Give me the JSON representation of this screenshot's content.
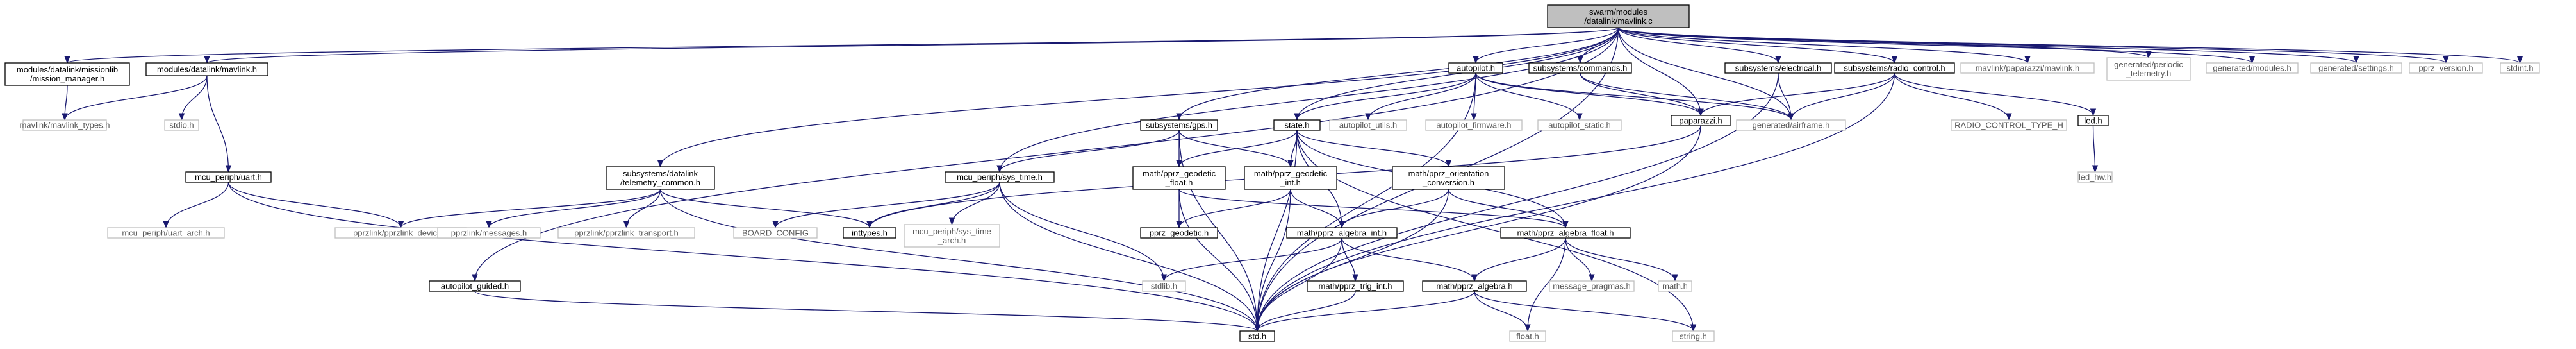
{
  "graph": {
    "nodes": [
      {
        "id": "root",
        "label": [
          "swarm/modules",
          "/datalink/mavlink.c"
        ],
        "kind": "root"
      },
      {
        "id": "ms_manager",
        "label": [
          "modules/datalink/missionlib",
          "/mission_manager.h"
        ],
        "kind": "doc"
      },
      {
        "id": "mavlink_h",
        "label": [
          "modules/datalink/mavlink.h"
        ],
        "kind": "doc"
      },
      {
        "id": "mavlink_types",
        "label": [
          "mavlink/mavlink_types.h"
        ],
        "kind": "ext"
      },
      {
        "id": "stdio",
        "label": [
          "stdio.h"
        ],
        "kind": "ext"
      },
      {
        "id": "uart",
        "label": [
          "mcu_periph/uart.h"
        ],
        "kind": "doc"
      },
      {
        "id": "uart_arch",
        "label": [
          "mcu_periph/uart_arch.h"
        ],
        "kind": "ext"
      },
      {
        "id": "pprzlink_device",
        "label": [
          "pprzlink/pprzlink_device.h"
        ],
        "kind": "ext"
      },
      {
        "id": "tele_common",
        "label": [
          "subsystems/datalink",
          "/telemetry_common.h"
        ],
        "kind": "doc"
      },
      {
        "id": "pprzlink_msgs",
        "label": [
          "pprzlink/messages.h"
        ],
        "kind": "ext"
      },
      {
        "id": "pprzlink_transport",
        "label": [
          "pprzlink/pprzlink_transport.h"
        ],
        "kind": "ext"
      },
      {
        "id": "autopilot_guided",
        "label": [
          "autopilot_guided.h"
        ],
        "kind": "doc"
      },
      {
        "id": "autopilot",
        "label": [
          "autopilot.h"
        ],
        "kind": "doc"
      },
      {
        "id": "gps",
        "label": [
          "subsystems/gps.h"
        ],
        "kind": "doc"
      },
      {
        "id": "state",
        "label": [
          "state.h"
        ],
        "kind": "doc"
      },
      {
        "id": "autopilot_utils",
        "label": [
          "autopilot_utils.h"
        ],
        "kind": "ext"
      },
      {
        "id": "autopilot_firmware",
        "label": [
          "autopilot_firmware.h"
        ],
        "kind": "ext"
      },
      {
        "id": "autopilot_static",
        "label": [
          "autopilot_static.h"
        ],
        "kind": "ext"
      },
      {
        "id": "commands",
        "label": [
          "subsystems/commands.h"
        ],
        "kind": "doc"
      },
      {
        "id": "paparazzi",
        "label": [
          "paparazzi.h"
        ],
        "kind": "doc"
      },
      {
        "id": "electrical",
        "label": [
          "subsystems/electrical.h"
        ],
        "kind": "doc"
      },
      {
        "id": "gen_airframe",
        "label": [
          "generated/airframe.h"
        ],
        "kind": "ext"
      },
      {
        "id": "radio_control",
        "label": [
          "subsystems/radio_control.h"
        ],
        "kind": "doc"
      },
      {
        "id": "radio_type",
        "label": [
          "RADIO_CONTROL_TYPE_H"
        ],
        "kind": "ext"
      },
      {
        "id": "led",
        "label": [
          "led.h"
        ],
        "kind": "doc"
      },
      {
        "id": "led_hw",
        "label": [
          "led_hw.h"
        ],
        "kind": "ext"
      },
      {
        "id": "mav_paparazzi",
        "label": [
          "mavlink/paparazzi/mavlink.h"
        ],
        "kind": "ext"
      },
      {
        "id": "gen_periodic",
        "label": [
          "generated/periodic",
          "_telemetry.h"
        ],
        "kind": "ext"
      },
      {
        "id": "gen_modules",
        "label": [
          "generated/modules.h"
        ],
        "kind": "ext"
      },
      {
        "id": "gen_settings",
        "label": [
          "generated/settings.h"
        ],
        "kind": "ext"
      },
      {
        "id": "pprz_version",
        "label": [
          "pprz_version.h"
        ],
        "kind": "ext"
      },
      {
        "id": "stdint",
        "label": [
          "stdint.h"
        ],
        "kind": "ext"
      },
      {
        "id": "sys_time",
        "label": [
          "mcu_periph/sys_time.h"
        ],
        "kind": "doc"
      },
      {
        "id": "board_config",
        "label": [
          "BOARD_CONFIG"
        ],
        "kind": "ext"
      },
      {
        "id": "inttypes",
        "label": [
          "inttypes.h"
        ],
        "kind": "doc"
      },
      {
        "id": "sys_time_arch",
        "label": [
          "mcu_periph/sys_time",
          "_arch.h"
        ],
        "kind": "ext"
      },
      {
        "id": "geo_float",
        "label": [
          "math/pprz_geodetic",
          "_float.h"
        ],
        "kind": "doc"
      },
      {
        "id": "geo_int",
        "label": [
          "math/pprz_geodetic",
          "_int.h"
        ],
        "kind": "doc"
      },
      {
        "id": "orient_conv",
        "label": [
          "math/pprz_orientation",
          "_conversion.h"
        ],
        "kind": "doc"
      },
      {
        "id": "pprz_geodetic",
        "label": [
          "pprz_geodetic.h"
        ],
        "kind": "doc"
      },
      {
        "id": "alg_int",
        "label": [
          "math/pprz_algebra_int.h"
        ],
        "kind": "doc"
      },
      {
        "id": "alg_float",
        "label": [
          "math/pprz_algebra_float.h"
        ],
        "kind": "doc"
      },
      {
        "id": "stdlib",
        "label": [
          "stdlib.h"
        ],
        "kind": "ext"
      },
      {
        "id": "trig_int",
        "label": [
          "math/pprz_trig_int.h"
        ],
        "kind": "doc"
      },
      {
        "id": "pprz_algebra",
        "label": [
          "math/pprz_algebra.h"
        ],
        "kind": "doc"
      },
      {
        "id": "msg_pragmas",
        "label": [
          "message_pragmas.h"
        ],
        "kind": "ext"
      },
      {
        "id": "math_h",
        "label": [
          "math.h"
        ],
        "kind": "ext"
      },
      {
        "id": "std",
        "label": [
          "std.h"
        ],
        "kind": "doc"
      },
      {
        "id": "float_h",
        "label": [
          "float.h"
        ],
        "kind": "ext"
      },
      {
        "id": "string_h",
        "label": [
          "string.h"
        ],
        "kind": "ext"
      }
    ],
    "edges": [
      [
        "root",
        "ms_manager"
      ],
      [
        "root",
        "mavlink_h"
      ],
      [
        "root",
        "tele_common"
      ],
      [
        "root",
        "autopilot_guided"
      ],
      [
        "root",
        "autopilot"
      ],
      [
        "root",
        "gps"
      ],
      [
        "root",
        "state"
      ],
      [
        "root",
        "sys_time"
      ],
      [
        "root",
        "commands"
      ],
      [
        "root",
        "paparazzi"
      ],
      [
        "root",
        "electrical"
      ],
      [
        "root",
        "gen_airframe"
      ],
      [
        "root",
        "radio_control"
      ],
      [
        "root",
        "mav_paparazzi"
      ],
      [
        "root",
        "gen_periodic"
      ],
      [
        "root",
        "gen_modules"
      ],
      [
        "root",
        "gen_settings"
      ],
      [
        "root",
        "pprz_version"
      ],
      [
        "root",
        "stdint"
      ],
      [
        "root",
        "std"
      ],
      [
        "ms_manager",
        "mavlink_types"
      ],
      [
        "mavlink_h",
        "mavlink_types"
      ],
      [
        "mavlink_h",
        "stdio"
      ],
      [
        "mavlink_h",
        "uart"
      ],
      [
        "uart",
        "uart_arch"
      ],
      [
        "uart",
        "pprzlink_device"
      ],
      [
        "uart",
        "std"
      ],
      [
        "tele_common",
        "pprzlink_device"
      ],
      [
        "tele_common",
        "pprzlink_msgs"
      ],
      [
        "tele_common",
        "pprzlink_transport"
      ],
      [
        "tele_common",
        "inttypes"
      ],
      [
        "tele_common",
        "std"
      ],
      [
        "autopilot_guided",
        "std"
      ],
      [
        "autopilot",
        "std"
      ],
      [
        "autopilot",
        "paparazzi"
      ],
      [
        "autopilot",
        "gen_airframe"
      ],
      [
        "autopilot",
        "state"
      ],
      [
        "autopilot",
        "autopilot_utils"
      ],
      [
        "autopilot",
        "autopilot_firmware"
      ],
      [
        "autopilot",
        "autopilot_static"
      ],
      [
        "gps",
        "std"
      ],
      [
        "gps",
        "geo_float"
      ],
      [
        "gps",
        "geo_int"
      ],
      [
        "gps",
        "sys_time"
      ],
      [
        "state",
        "std"
      ],
      [
        "state",
        "geo_int"
      ],
      [
        "state",
        "geo_float"
      ],
      [
        "state",
        "orient_conv"
      ],
      [
        "state",
        "alg_int"
      ],
      [
        "state",
        "alg_float"
      ],
      [
        "state",
        "string_h"
      ],
      [
        "commands",
        "paparazzi"
      ],
      [
        "commands",
        "gen_airframe"
      ],
      [
        "paparazzi",
        "std"
      ],
      [
        "paparazzi",
        "inttypes"
      ],
      [
        "electrical",
        "std"
      ],
      [
        "electrical",
        "gen_airframe"
      ],
      [
        "radio_control",
        "std"
      ],
      [
        "radio_control",
        "led"
      ],
      [
        "radio_control",
        "gen_airframe"
      ],
      [
        "radio_control",
        "paparazzi"
      ],
      [
        "radio_control",
        "radio_type"
      ],
      [
        "led",
        "led_hw"
      ],
      [
        "sys_time",
        "inttypes"
      ],
      [
        "sys_time",
        "board_config"
      ],
      [
        "sys_time",
        "sys_time_arch"
      ],
      [
        "sys_time",
        "std"
      ],
      [
        "sys_time",
        "stdlib"
      ],
      [
        "geo_float",
        "pprz_geodetic"
      ],
      [
        "geo_float",
        "alg_float"
      ],
      [
        "geo_float",
        "std"
      ],
      [
        "geo_int",
        "pprz_geodetic"
      ],
      [
        "geo_int",
        "alg_int"
      ],
      [
        "geo_int",
        "std"
      ],
      [
        "orient_conv",
        "alg_int"
      ],
      [
        "orient_conv",
        "alg_float"
      ],
      [
        "orient_conv",
        "std"
      ],
      [
        "alg_int",
        "pprz_algebra"
      ],
      [
        "alg_int",
        "trig_int"
      ],
      [
        "alg_int",
        "std"
      ],
      [
        "alg_int",
        "stdlib"
      ],
      [
        "alg_float",
        "pprz_algebra"
      ],
      [
        "alg_float",
        "msg_pragmas"
      ],
      [
        "alg_float",
        "math_h"
      ],
      [
        "alg_float",
        "float_h"
      ],
      [
        "trig_int",
        "std"
      ],
      [
        "pprz_algebra",
        "std"
      ],
      [
        "pprz_algebra",
        "float_h"
      ],
      [
        "pprz_algebra",
        "string_h"
      ]
    ]
  },
  "colors": {
    "root_fill": "#bfbfbf",
    "node_border": "#000000",
    "ext_border": "#bfbfbf",
    "edge": "#191970"
  }
}
